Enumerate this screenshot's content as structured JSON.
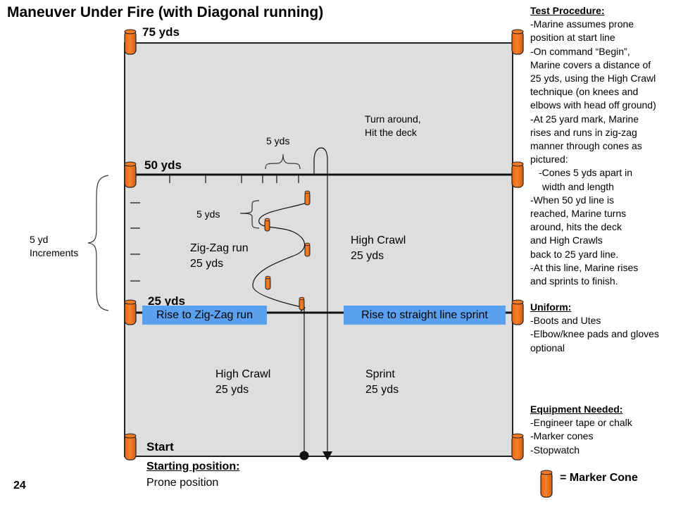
{
  "title": "Maneuver Under Fire (with Diagonal running)",
  "page_number": "24",
  "field": {
    "yard_75": "75 yds",
    "yard_50": "50 yds",
    "yard_25": "25 yds",
    "start": "Start",
    "starting_position_heading": "Starting position:",
    "starting_position_value": "Prone position",
    "increments_line1": "5 yd",
    "increments_line2": "Increments",
    "spacing_width": "5 yds",
    "spacing_length": "5 yds",
    "turn_line1": "Turn around,",
    "turn_line2": "Hit the deck",
    "zigzag_line1": "Zig-Zag run",
    "zigzag_line2": "25 yds",
    "high_crawl_upper_line1": "High Crawl",
    "high_crawl_upper_line2": "25 yds",
    "high_crawl_lower_line1": "High Crawl",
    "high_crawl_lower_line2": "25 yds",
    "sprint_line1": "Sprint",
    "sprint_line2": "25 yds",
    "rise_zigzag": "Rise to Zig-Zag run",
    "rise_sprint": "Rise to straight line sprint"
  },
  "legend": {
    "marker_cone": "= Marker Cone"
  },
  "colors": {
    "cone": "#f47a24",
    "field": "#dedede",
    "label_box": "#5aa0ee"
  },
  "procedure": {
    "heading": "Test Procedure:",
    "lines": [
      "-Marine assumes prone",
      "position at start line",
      "-On command “Begin”,",
      "Marine covers a distance of",
      "25 yds, using the High Crawl",
      "technique (on  knees and",
      "elbows with head off ground)",
      "-At 25 yard mark, Marine",
      "rises and runs in zig-zag",
      "manner through cones as",
      "pictured:"
    ],
    "sub_lines": [
      "-Cones 5 yds apart in",
      "width and length"
    ],
    "lines2": [
      "-When 50 yd line is",
      "reached, Marine turns",
      "around, hits the deck",
      "and High Crawls",
      "back to 25 yard line.",
      "-At this line, Marine rises",
      "and sprints to finish."
    ]
  },
  "uniform": {
    "heading": "Uniform:",
    "lines": [
      "-Boots and Utes",
      "-Elbow/knee pads and gloves",
      "optional"
    ]
  },
  "equipment": {
    "heading": "Equipment Needed:",
    "lines": [
      "-Engineer tape or chalk",
      "-Marker cones",
      "-Stopwatch"
    ]
  }
}
